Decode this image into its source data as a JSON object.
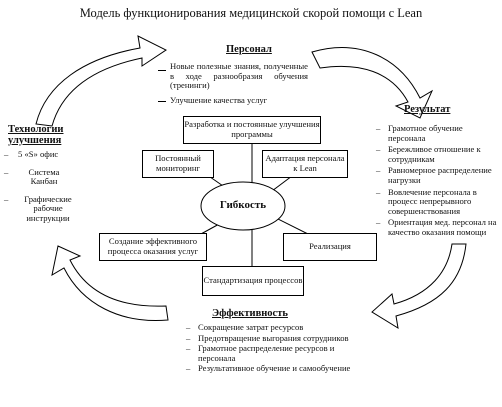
{
  "title": "Модель функционирования медицинской скорой помощи с Lean",
  "center": "Гибкость",
  "personnel": {
    "heading": "Персонал",
    "items": [
      "Новые полезные знания, полученные в ходе разнообразия обучения (тренинги)",
      "Улучшение качества услуг"
    ]
  },
  "result": {
    "heading": "Результат",
    "items": [
      "Грамотное обучение персонала",
      "Бережливое отношение к сотрудникам",
      "Равномерное распределение нагрузки",
      "Вовлечение персонала в процесс непрерывного совершенствования",
      "Ориентация мед. персонал на качество оказания помощи"
    ]
  },
  "effectiveness": {
    "heading": "Эффективность",
    "items": [
      "Сокращение затрат ресурсов",
      "Предотвращение выгорания сотрудников",
      "Грамотное распределение ресурсов и персонала",
      "Результативное обучение и самообучение"
    ]
  },
  "technologies": {
    "heading": "Технологии улучшения",
    "items": [
      "5 «S» офис",
      "Система Канбан",
      "Графические рабочие инструкции"
    ]
  },
  "boxes": {
    "development": "Разработка и постоянные улучшения программы",
    "monitoring": "Постоянный мониторинг",
    "adaptation": "Адаптация персонала к Lean",
    "process": "Создание эффективного процесса оказания услуг",
    "realization": "Реализация",
    "standardization": "Стандартизация процессов"
  },
  "colors": {
    "line": "#000000",
    "arrow_fill": "#ffffff"
  }
}
